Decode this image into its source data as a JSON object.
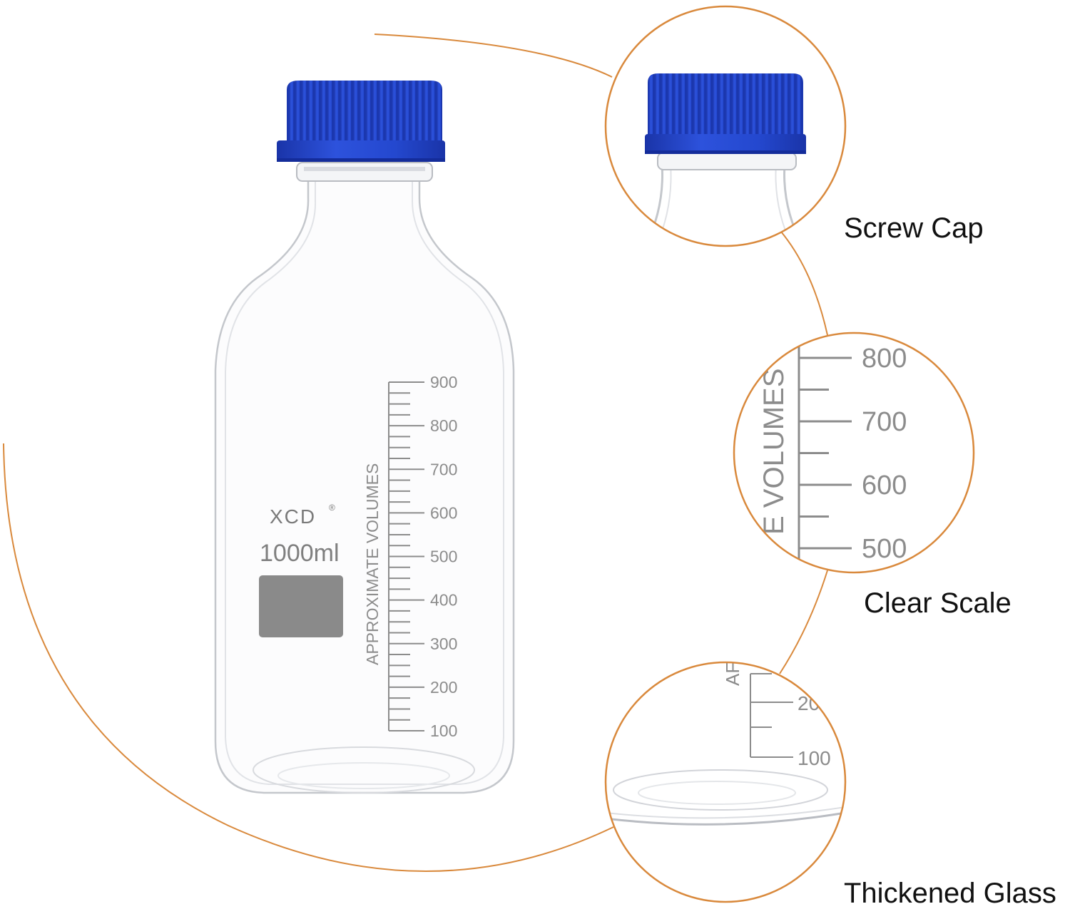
{
  "colors": {
    "accent_orange": "#d9893c",
    "cap_blue": "#1f3fc4",
    "cap_blue_dark": "#142c9a",
    "glass_outline": "#c4c7cc",
    "scale_gray": "#8c8c8c",
    "label_box_gray": "#8a8a8a"
  },
  "bottle": {
    "brand": "XCD",
    "registered_mark": "®",
    "capacity": "1000ml",
    "scale_title": "APPROXIMATE VOLUMES",
    "scale_values": [
      "900",
      "800",
      "700",
      "600",
      "500",
      "400",
      "300",
      "200",
      "100"
    ]
  },
  "zoom_scale": {
    "partial_title": "E VOLUMES",
    "values": [
      "800",
      "700",
      "600",
      "500"
    ]
  },
  "zoom_bottom": {
    "partial_title": "AF",
    "partial_value": "20",
    "value": "100"
  },
  "callouts": {
    "cap": "Screw Cap",
    "scale": "Clear Scale",
    "glass": "Thickened Glass"
  }
}
